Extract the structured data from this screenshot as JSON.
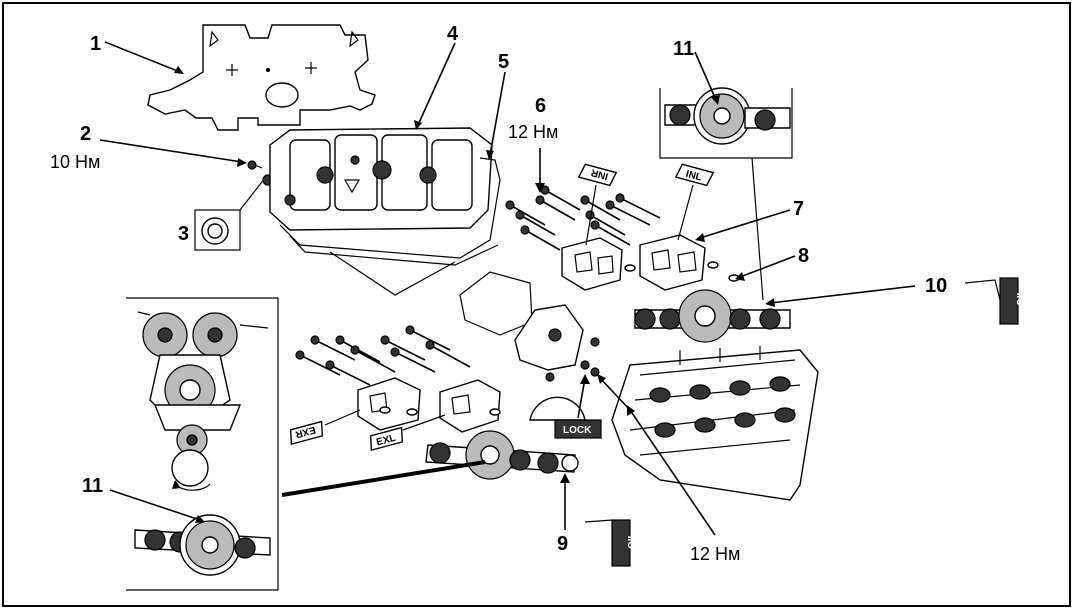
{
  "callouts": {
    "c1": "1",
    "c2": "2",
    "c3": "3",
    "c4": "4",
    "c5": "5",
    "c6": "6",
    "c7": "7",
    "c8": "8",
    "c9": "9",
    "c10": "10",
    "c11a": "11",
    "c11b": "11"
  },
  "torques": {
    "t2": "10 Нм",
    "t6": "12 Нм",
    "t_head": "12 Нм"
  },
  "tags": {
    "inr": "INR",
    "inl": "INL",
    "exr": "EXR",
    "exl": "EXL",
    "lock": "LOCK",
    "oil_a": "OIL",
    "oil_b": "OIL"
  }
}
